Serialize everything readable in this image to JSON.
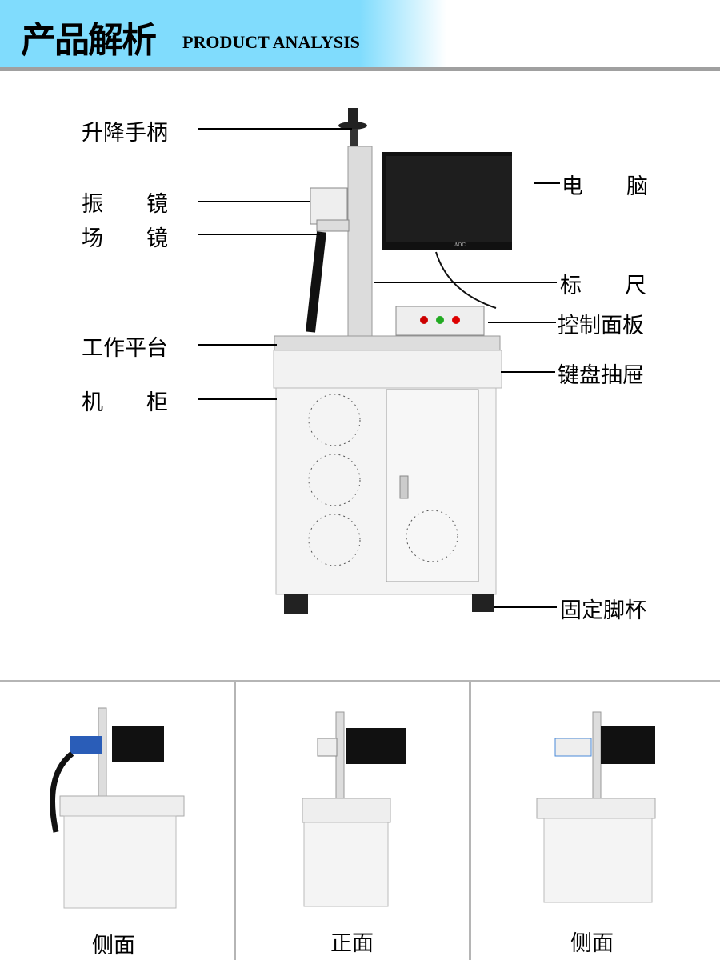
{
  "header": {
    "title_cn": "产品解析",
    "title_en": "PRODUCT ANALYSIS"
  },
  "monitor_brand": "AOC",
  "labels": {
    "lift_handle": "升降手柄",
    "galvo": "振　　镜",
    "field_lens": "场　　镜",
    "work_table": "工作平台",
    "cabinet": "机　　柜",
    "computer": "电　　脑",
    "ruler": "标　　尺",
    "control_panel": "控制面板",
    "keyboard_drawer": "键盘抽屉",
    "fixed_feet": "固定脚杯"
  },
  "views": [
    {
      "caption": "侧面"
    },
    {
      "caption": "正面"
    },
    {
      "caption": "侧面"
    }
  ]
}
